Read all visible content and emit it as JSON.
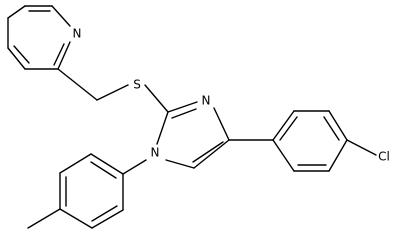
{
  "molecule": {
    "atoms": {
      "pyridine_n": "N",
      "thioether_s": "S",
      "imidazole_n3": "N",
      "imidazole_n1": "N",
      "chloro": "Cl"
    }
  }
}
